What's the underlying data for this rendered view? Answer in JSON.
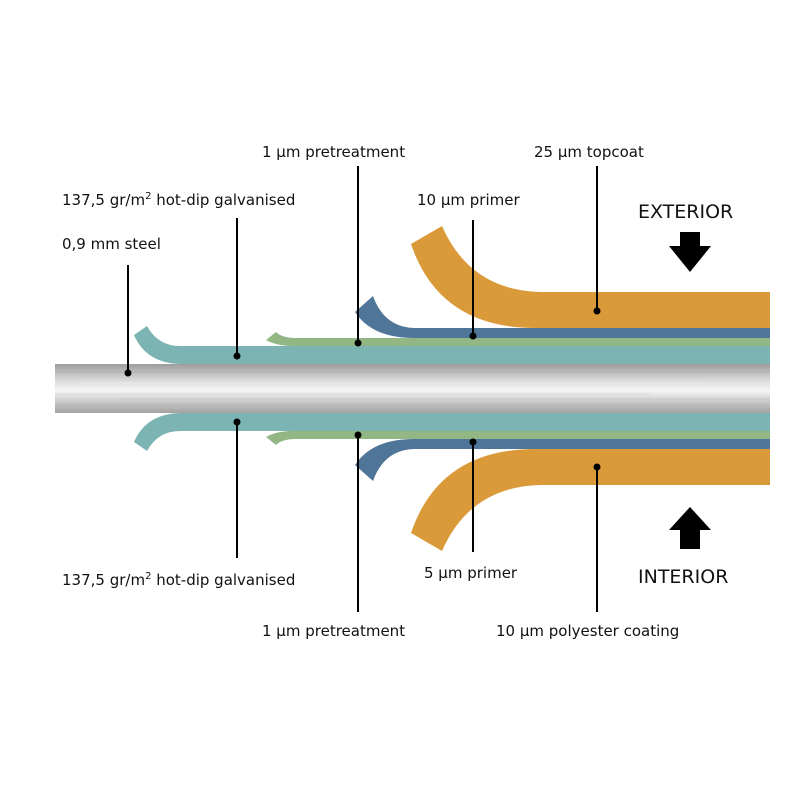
{
  "colors": {
    "galvanised": "#7cb3b3",
    "pretreatment": "#93b784",
    "primer": "#4f7599",
    "topcoat": "#db9a3a",
    "steel_light": "#eeeeee",
    "steel_dark": "#a6a6a6",
    "arrow": "#000000"
  },
  "icons": {
    "exterior_arrow": "arrow-down-icon",
    "interior_arrow": "arrow-up-icon"
  },
  "exterior": {
    "side_label": "EXTERIOR",
    "steel": "0,9 mm steel",
    "galvanised": {
      "main": "137,5 gr/m",
      "sup": "2",
      "rest": " hot-dip galvanised"
    },
    "pretreatment": "1 µm pretreatment",
    "primer": "10 µm primer",
    "topcoat": "25 µm topcoat"
  },
  "interior": {
    "side_label": "INTERIOR",
    "galvanised": {
      "main": "137,5 gr/m",
      "sup": "2",
      "rest": " hot-dip galvanised"
    },
    "pretreatment": "1 µm pretreatment",
    "primer": "5 µm primer",
    "coating": "10 µm polyester coating"
  }
}
